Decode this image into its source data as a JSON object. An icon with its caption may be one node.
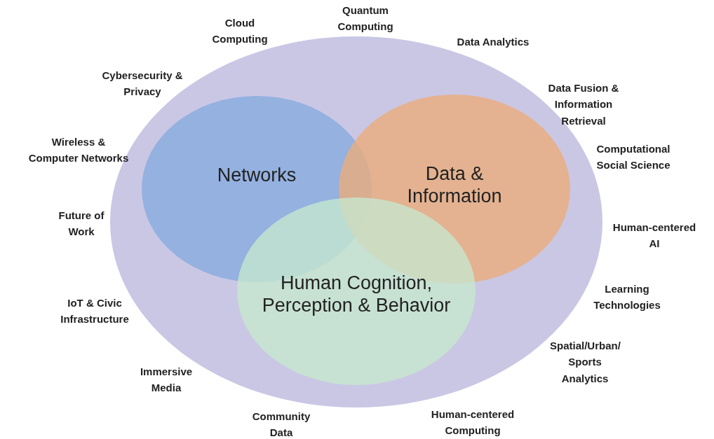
{
  "diagram": {
    "nodes": [
      {
        "text": [],
        "shape": "ellipse"
      },
      {
        "text": [
          "Networks"
        ],
        "in": 0
      },
      {
        "text": [
          "Data & Information"
        ],
        "in": 0
      },
      {
        "text": [
          "Human Cognition, Perception & Behavior"
        ],
        "in": 0
      }
    ],
    "labels": [
      "Quantum Computing",
      "Cloud Computing",
      "Data Analytics",
      "Cybersecurity & Privacy",
      "Data Fusion & Information Retrieval",
      "Wireless & Computer Networks",
      "Computational Social Science",
      "Future of Work",
      "Human-centered AI",
      "Learning Technologies",
      "IoT & Civic Infrastructure",
      "Spatial/Urban/ Sports Analytics",
      "Immersive Media",
      "Community Data",
      "Human-centered Computing"
    ]
  }
}
